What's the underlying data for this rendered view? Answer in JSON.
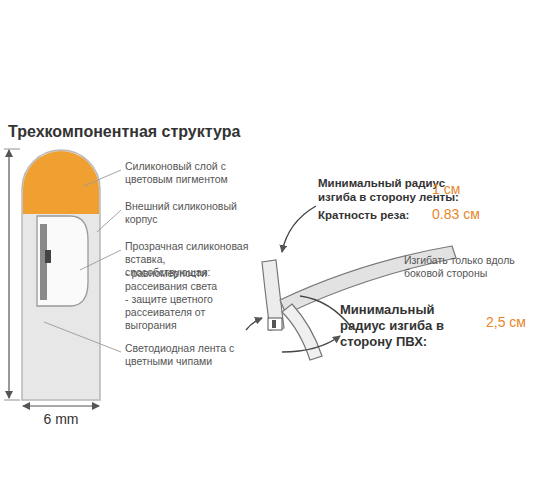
{
  "diagram": {
    "title": "Трехкомпонентная структура",
    "labels": [
      "Силиконовый слой с цветовым пигментом",
      "Внешний силиконовый корпус",
      "Прозрачная силиконовая вставка, способствующая:",
      "- равномерности рассеивания света",
      "- защите цветного рассеивателя от выгорания",
      "Светодиодная лента с цветными чипами",
      "6 mm",
      "Минимальный радиус изгиба в сторону ленты:",
      "1 см",
      "Кратность реза:",
      "0.83 см",
      "Изгибать только вдоль боковой стороны",
      "Минимальный радиус изгиба в сторону ПВХ:",
      "2,5 см"
    ]
  }
}
